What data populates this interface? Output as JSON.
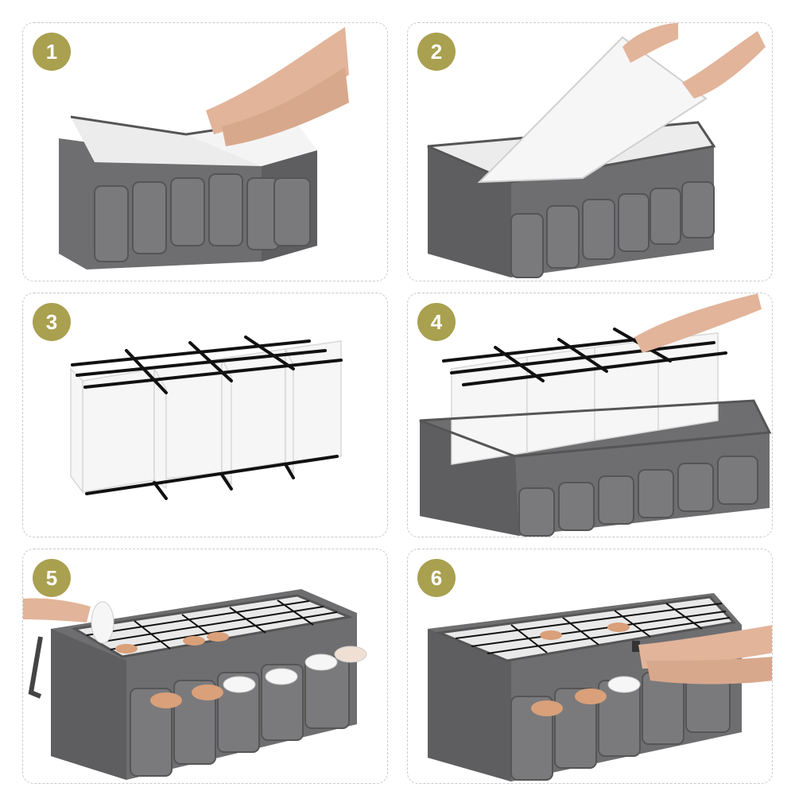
{
  "colors": {
    "badge": "#a9a050",
    "fabric": "#6e6e70",
    "fabric_dark": "#555557",
    "fabric_light": "#8a8a8c",
    "divider": "#f4f4f4",
    "frame": "#111111",
    "skin": "#e2b49a",
    "border": "#c9c9c9"
  },
  "steps": [
    {
      "number": "1",
      "illustration": "unzip-organizer-with-hands"
    },
    {
      "number": "2",
      "illustration": "insert-bottom-board"
    },
    {
      "number": "3",
      "illustration": "assemble-divider-grid"
    },
    {
      "number": "4",
      "illustration": "place-divider-grid-in-organizer"
    },
    {
      "number": "5",
      "illustration": "load-shoes-into-organizer"
    },
    {
      "number": "6",
      "illustration": "zip-closed-organizer"
    }
  ]
}
